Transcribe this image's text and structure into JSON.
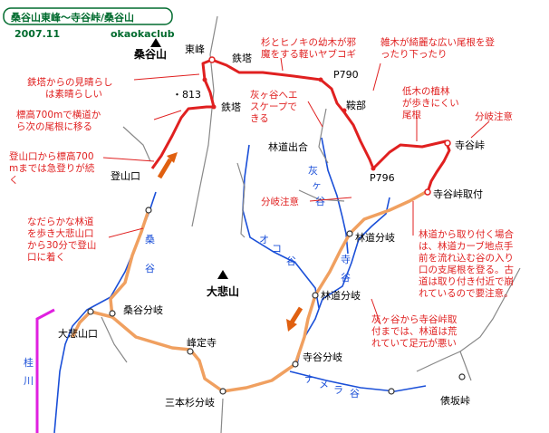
{
  "title": "桑谷山東峰〜寺谷峠/桑谷山",
  "date": "2007.11",
  "author": "okaokaclub",
  "colors": {
    "route_red": "#e02020",
    "route_orange": "#f0a060",
    "title_green": "#006b2e",
    "river_blue": "#1a4fd8",
    "prefecture_magenta": "#e020e0",
    "road_gray": "#888888"
  },
  "peaks": {
    "kuwatani": "桑谷山",
    "daihi": "大悲山"
  },
  "places": {
    "higashimine": "東峰",
    "tetto1": "鉄塔",
    "tetto2": "鉄塔",
    "p790": "P790",
    "p813": "・813",
    "p796": "P796",
    "yakubu": "鞍部",
    "rindo_deai": "林道出合",
    "teratani_toge": "寺谷峠",
    "teratani_toge_toritsuki": "寺谷峠取付",
    "rindo_bunki1": "林道分岐",
    "rindo_bunki2": "林道分岐",
    "tozanguchi": "登山口",
    "kuwatani_bunki": "桑谷分岐",
    "daihi_guchi": "大悲山口",
    "hojoji": "峰定寺",
    "teratani_bunki": "寺谷分岐",
    "sanbonsugi_bunki": "三本杉分岐",
    "haisaka_toge": "俵坂峠"
  },
  "rivers": {
    "katsura1": "桂",
    "katsura2": "川",
    "kuwa": "桑",
    "kuwa_tani": "谷",
    "oko": "オ",
    "oko2": "コ",
    "oko3": "谷",
    "haigatani1": "灰",
    "haigatani2": "ヶ",
    "haigatani3": "谷",
    "tera1": "寺",
    "tera2": "谷",
    "namera1": "ナ",
    "namera2": "メ",
    "namera3": "ラ",
    "namera4": "谷"
  },
  "notes": {
    "sugi_hinoki": [
      "杉とヒノキの幼木が邪",
      "魔をする軽いヤブコギ"
    ],
    "zoki": [
      "雑木が綺麗な広い尾根を登",
      "ったり下ったり"
    ],
    "miharashi": [
      "鉄塔からの見晴らし",
      "は素晴らしい"
    ],
    "teiboku": [
      "低木の植林",
      "が歩きにくい",
      "尾根"
    ],
    "bunki_chui1": "分岐注意",
    "haigatani_escape": [
      "灰ヶ谷へエ",
      "スケープで",
      "きる"
    ],
    "hyoko700": [
      "標高700mで横道か",
      "ら次の尾根に移る"
    ],
    "kyunobori": [
      "登山口から標高700",
      "mまでは急登りが続",
      "く"
    ],
    "bunki_chui2": "分岐注意",
    "nadaraka": [
      "なだらかな林道",
      "を歩き大悲山口",
      "から30分で登山",
      "口に着く"
    ],
    "toritsuki": [
      "林道から取り付く場合",
      "は、林道カーブ地点手",
      "前を流れ込む谷の入り",
      "口の支尾根を登る。古",
      "道は取り付き付近で崩",
      "れているので要注意。"
    ],
    "arete": [
      "灰ヶ谷から寺谷峠取",
      "付までは、林道は荒",
      "れていて足元が悪い"
    ]
  }
}
